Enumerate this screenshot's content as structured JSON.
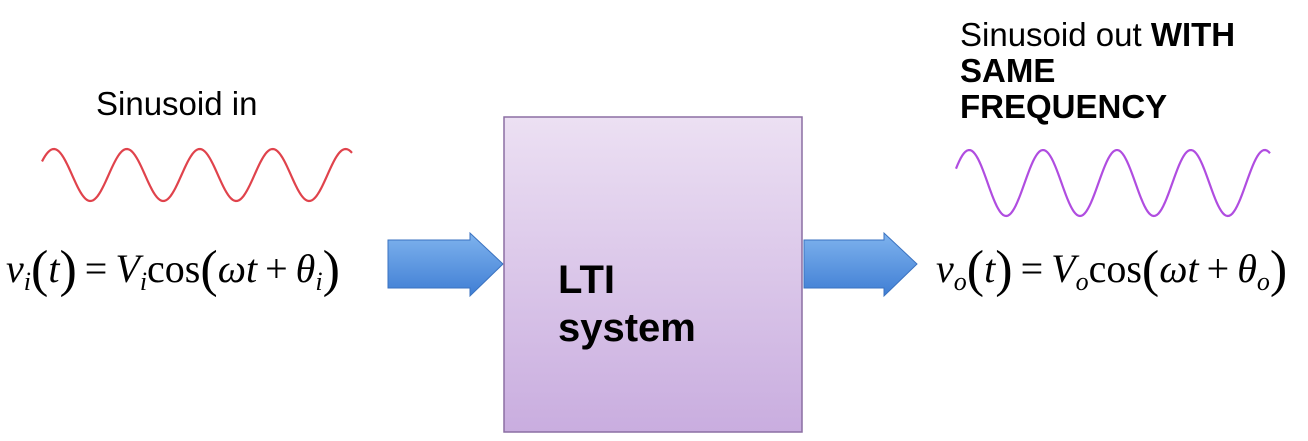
{
  "input": {
    "caption": "Sinusoid in",
    "equation": {
      "lhs_var": "v",
      "lhs_sub": "i",
      "arg": "t",
      "equals": "=",
      "amp": "V",
      "amp_sub": "i",
      "func": "cos",
      "omega": "ω",
      "t": "t",
      "plus": "+",
      "phase": "θ",
      "phase_sub": "i"
    },
    "wave_color": "#e0434c"
  },
  "system": {
    "line1": "LTI",
    "line2": "system",
    "fill_top": "#ece0f3",
    "fill_bottom": "#c9addf",
    "border": "#8b6fa3"
  },
  "output": {
    "caption_plain": "Sinusoid out ",
    "caption_bold_1": "WITH",
    "caption_bold_2": "SAME",
    "caption_bold_3": "FREQUENCY",
    "equation": {
      "lhs_var": "v",
      "lhs_sub": "o",
      "arg": "t",
      "equals": "=",
      "amp": "V",
      "amp_sub": "o",
      "func": "cos",
      "omega": "ω",
      "t": "t",
      "plus": "+",
      "phase": "θ",
      "phase_sub": "o"
    },
    "wave_color": "#b04de0"
  },
  "arrow_color": "#4f8fe0"
}
